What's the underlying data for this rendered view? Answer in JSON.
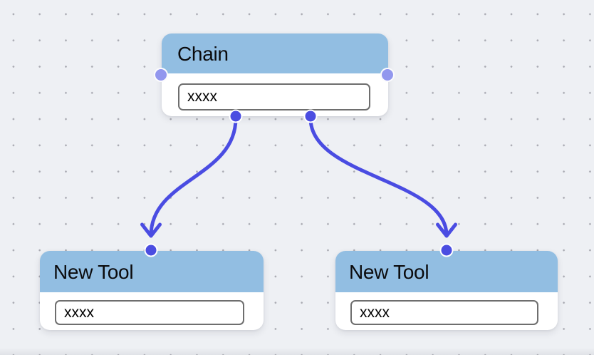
{
  "colors": {
    "canvas-bg": "#eef0f4",
    "dot": "#a9aab2",
    "header-blue": "#92bee2",
    "node-bg": "#ffffff",
    "edge": "#4a4ce2",
    "handle-side": "#9297ee",
    "handle-flow": "#4b4de1",
    "input-border": "#6e6e6e",
    "title-text": "#0b0b0d"
  },
  "nodes": [
    {
      "id": "chain",
      "title": "Chain",
      "input_value": "xxxx"
    },
    {
      "id": "tool-left",
      "title": "New Tool",
      "input_value": "xxxx"
    },
    {
      "id": "tool-right",
      "title": "New Tool",
      "input_value": "xxxx"
    }
  ],
  "edges": [
    {
      "from": "chain-output-1",
      "to": "tool-left-input"
    },
    {
      "from": "chain-output-2",
      "to": "tool-right-input"
    }
  ]
}
